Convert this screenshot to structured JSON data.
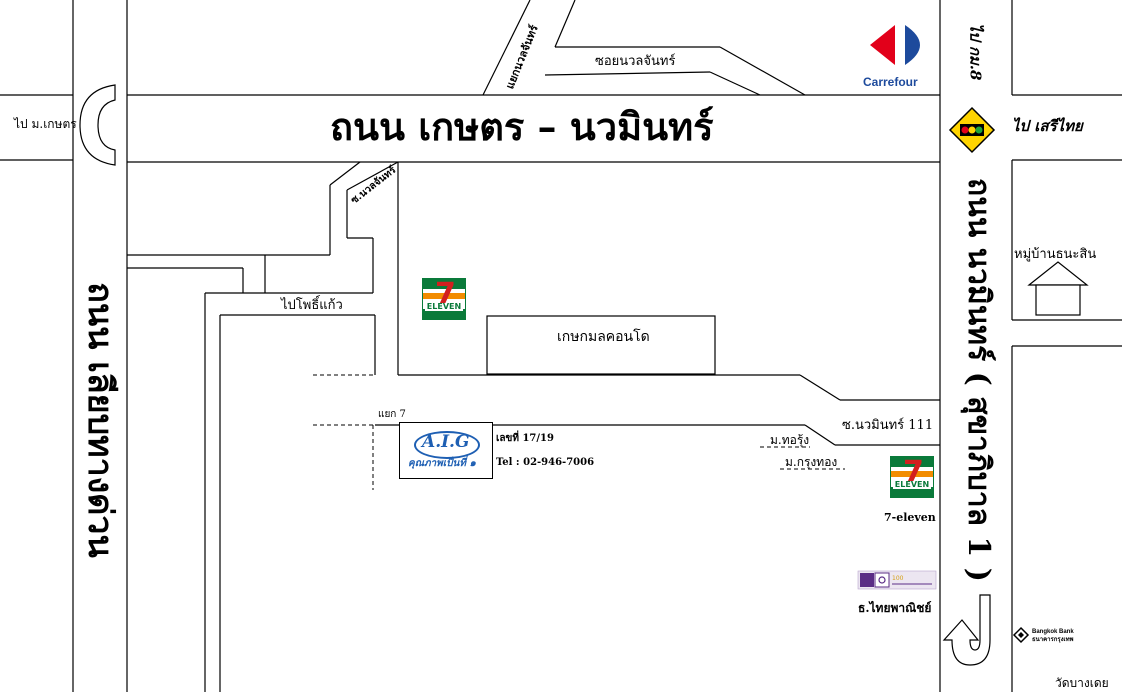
{
  "roads": {
    "main_road": "ถนน เกษตร – นวมินทร์",
    "left_road": "ถนน เลียบทางด่วน",
    "right_road": "ถนน นวมินทร์ ( สุขาภิบาล 1 )"
  },
  "streets": {
    "top_diag": "แยกนวลจันทร์",
    "soi_nuanchan": "ซอยนวลจันทร์",
    "soi_diag_left": "ซ.นวลจันทร์",
    "to_phosikaew": "ไปโพธิ์แก้ว",
    "yaek7": "แยก 7",
    "soi_nawamin111": "ซ.นวมินทร์ 111"
  },
  "directions": {
    "to_kaset": "ไป ม.เกษตร",
    "to_km8": "ไป กม.8",
    "to_seri_thai": "ไป เสรีไทย"
  },
  "places": {
    "condo": "เกษกมลคอนโด",
    "village": "หมู่บ้านธนะสิน",
    "m_torung": "ม.ทอรุ้ง",
    "m_krungthong": "ม.กรุงทอง",
    "seven_label": "7-eleven",
    "scb_label": "ธ.ไทยพาณิชย์",
    "wat": "วัดบางเดย"
  },
  "aig": {
    "logo_text": "A.I.G",
    "tagline": "คุณภาพเป็นที่ ๑",
    "address": "เลขที่ 17/19",
    "tel": "Tel : 02-946-7006"
  },
  "logos": {
    "carrefour": "Carrefour",
    "seven_logo": "ELEVEN",
    "bbl_en": "Bangkok Bank",
    "bbl_th": "ธนาคารกรุงเทพ"
  },
  "colors": {
    "carrefour_red": "#e2001a",
    "carrefour_blue": "#1d4a9c",
    "seven_green": "#0a7a3a",
    "seven_orange": "#f28c00",
    "seven_red": "#d21f1f",
    "aig_blue": "#1e5fb3",
    "signal_yellow": "#ffd400",
    "scb_purple": "#5b2d86"
  }
}
